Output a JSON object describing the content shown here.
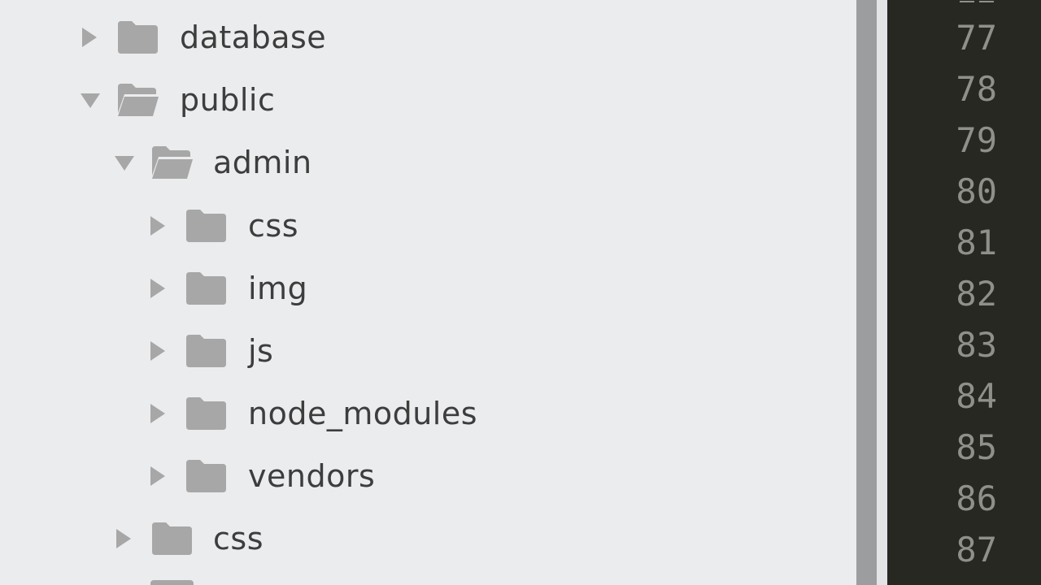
{
  "file_tree": {
    "items": [
      {
        "name": "database",
        "expanded": false,
        "icon": "folder-icon"
      },
      {
        "name": "public",
        "expanded": true,
        "icon": "folder-open-icon"
      },
      {
        "name": "admin",
        "expanded": true,
        "icon": "folder-open-icon"
      },
      {
        "name": "css",
        "expanded": false,
        "icon": "folder-icon"
      },
      {
        "name": "img",
        "expanded": false,
        "icon": "folder-icon"
      },
      {
        "name": "js",
        "expanded": false,
        "icon": "folder-icon"
      },
      {
        "name": "node_modules",
        "expanded": false,
        "icon": "folder-icon"
      },
      {
        "name": "vendors",
        "expanded": false,
        "icon": "folder-icon"
      },
      {
        "name": "css",
        "expanded": false,
        "icon": "folder-icon"
      }
    ]
  },
  "editor": {
    "line_numbers": [
      "77",
      "78",
      "79",
      "80",
      "81",
      "82",
      "83",
      "84",
      "85",
      "86",
      "87"
    ]
  },
  "colors": {
    "sidebar_bg": "#ebecee",
    "folder": "#a7a7a7",
    "text": "#3d3d3d",
    "gutter_bg": "#272822",
    "line_number": "#8f908a"
  }
}
